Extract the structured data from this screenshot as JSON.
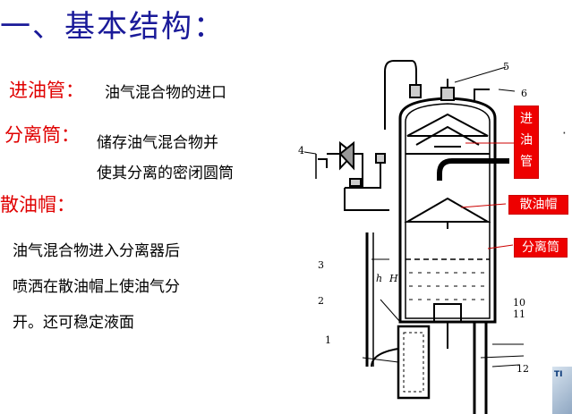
{
  "heading": "一、基本结构：",
  "terms": [
    {
      "term": "进油管：",
      "desc": "油气混合物的进口"
    },
    {
      "term": "分离筒：",
      "desc_lines": [
        "储存油气混合物并",
        "使其分离的密闭圆筒"
      ]
    },
    {
      "term": "散油帽："
    }
  ],
  "paragraph_lines": [
    "油气混合物进入分离器后",
    "喷洒在散油帽上使油气分",
    "开。还可稳定液面"
  ],
  "callouts": {
    "inlet_chars": [
      "进",
      "油",
      "管"
    ],
    "cap": "散油帽",
    "shell": "分离筒"
  },
  "diagram_numbers": [
    "1",
    "2",
    "3",
    "4",
    "5",
    "6",
    "10",
    "11",
    "12"
  ],
  "diagram_letters": [
    "h",
    "H"
  ],
  "corner_mark": "·",
  "corner_thumb_text": "TI",
  "colors": {
    "heading": "#1a1a99",
    "term": "#e00000",
    "callout": "#ee0000"
  }
}
